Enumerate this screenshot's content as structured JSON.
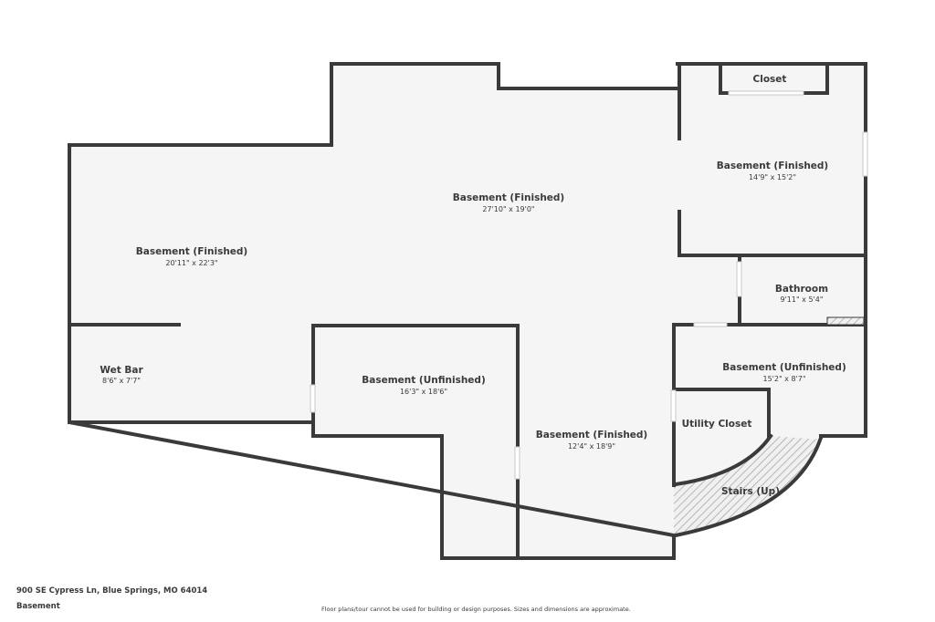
{
  "rooms": [
    {
      "id": "main",
      "name": "Basement (Finished)",
      "dims": "27'10\" x 19'0\""
    },
    {
      "id": "left",
      "name": "Basement (Finished)",
      "dims": "20'11\" x 22'3\""
    },
    {
      "id": "bedroom",
      "name": "Basement (Finished)",
      "dims": "14'9\" x 15'2\""
    },
    {
      "id": "closet",
      "name": "Closet",
      "dims": ""
    },
    {
      "id": "bathroom",
      "name": "Bathroom",
      "dims": "9'11\" x 5'4\""
    },
    {
      "id": "wetbar",
      "name": "Wet Bar",
      "dims": "8'6\" x 7'7\""
    },
    {
      "id": "unfinished_center",
      "name": "Basement (Unfinished)",
      "dims": "16'3\" x 18'6\""
    },
    {
      "id": "bottom_finished",
      "name": "Basement (Finished)",
      "dims": "12'4\" x 18'9\""
    },
    {
      "id": "unfinished_right",
      "name": "Basement (Unfinished)",
      "dims": "15'2\" x 8'7\""
    },
    {
      "id": "utility",
      "name": "Utility Closet",
      "dims": ""
    },
    {
      "id": "stairs",
      "name": "Stairs (Up)",
      "dims": ""
    }
  ],
  "footer": {
    "address": "900 SE Cypress Ln, Blue Springs, MO 64014",
    "level": "Basement",
    "disclaimer": "Floor plans/tour cannot be used for building or design purposes. Sizes and dimensions are approximate."
  },
  "colors": {
    "wall": "#3a3a3a",
    "floor": "#f5f5f5",
    "text": "#3a3a3a",
    "hatch": "#a0a0a0"
  }
}
